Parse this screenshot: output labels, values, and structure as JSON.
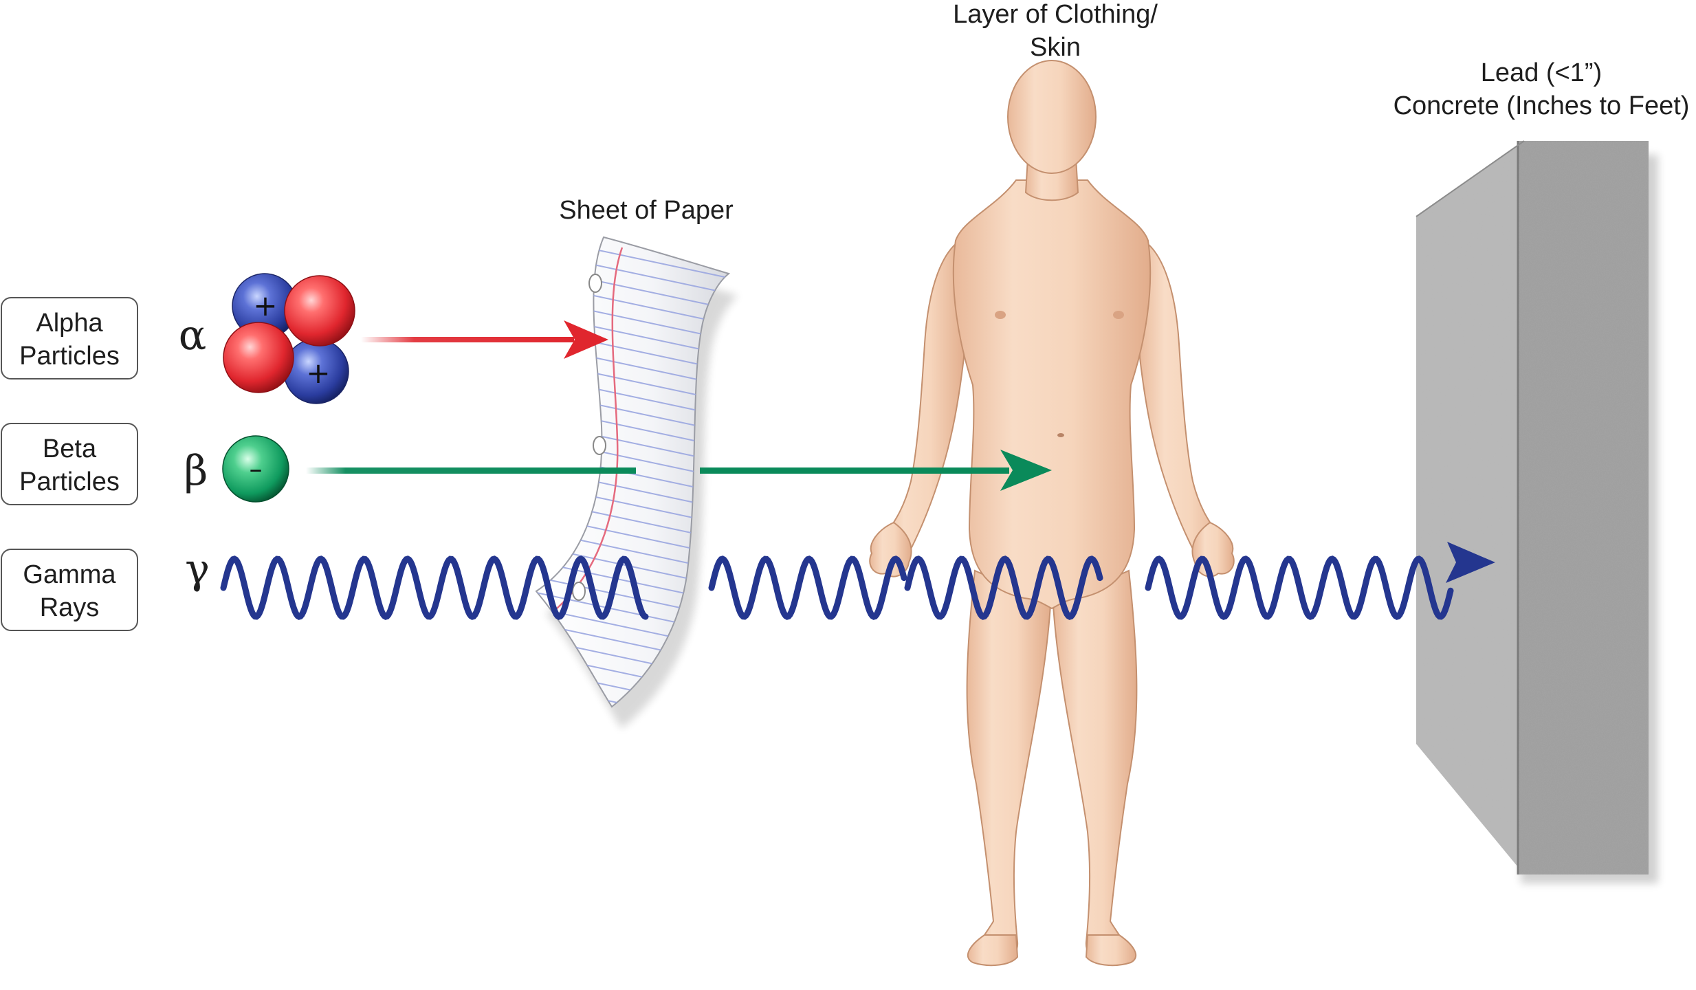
{
  "radiation_types": [
    {
      "label_line1": "Alpha",
      "label_line2": "Particles",
      "symbol": "α",
      "charge": "+",
      "color": "#e0262e"
    },
    {
      "label_line1": "Beta",
      "label_line2": "Particles",
      "symbol": "β",
      "charge": "–",
      "color": "#0a8a5a"
    },
    {
      "label_line1": "Gamma",
      "label_line2": "Rays",
      "symbol": "γ",
      "color": "#24368f"
    }
  ],
  "barriers": {
    "paper": {
      "label": "Sheet of Paper"
    },
    "body": {
      "label_line1": "Layer of Clothing/",
      "label_line2": "Skin"
    },
    "wall": {
      "label_line1": "Lead (<1”)",
      "label_line2": "Concrete (Inches to Feet)"
    }
  },
  "colors": {
    "alpha_arrow": "#e0262e",
    "beta_arrow": "#0a8a5a",
    "gamma_wave": "#24368f",
    "skin": "#f5d3b8",
    "wall_front": "#9c9c9c",
    "wall_side": "#b8b8b8"
  }
}
